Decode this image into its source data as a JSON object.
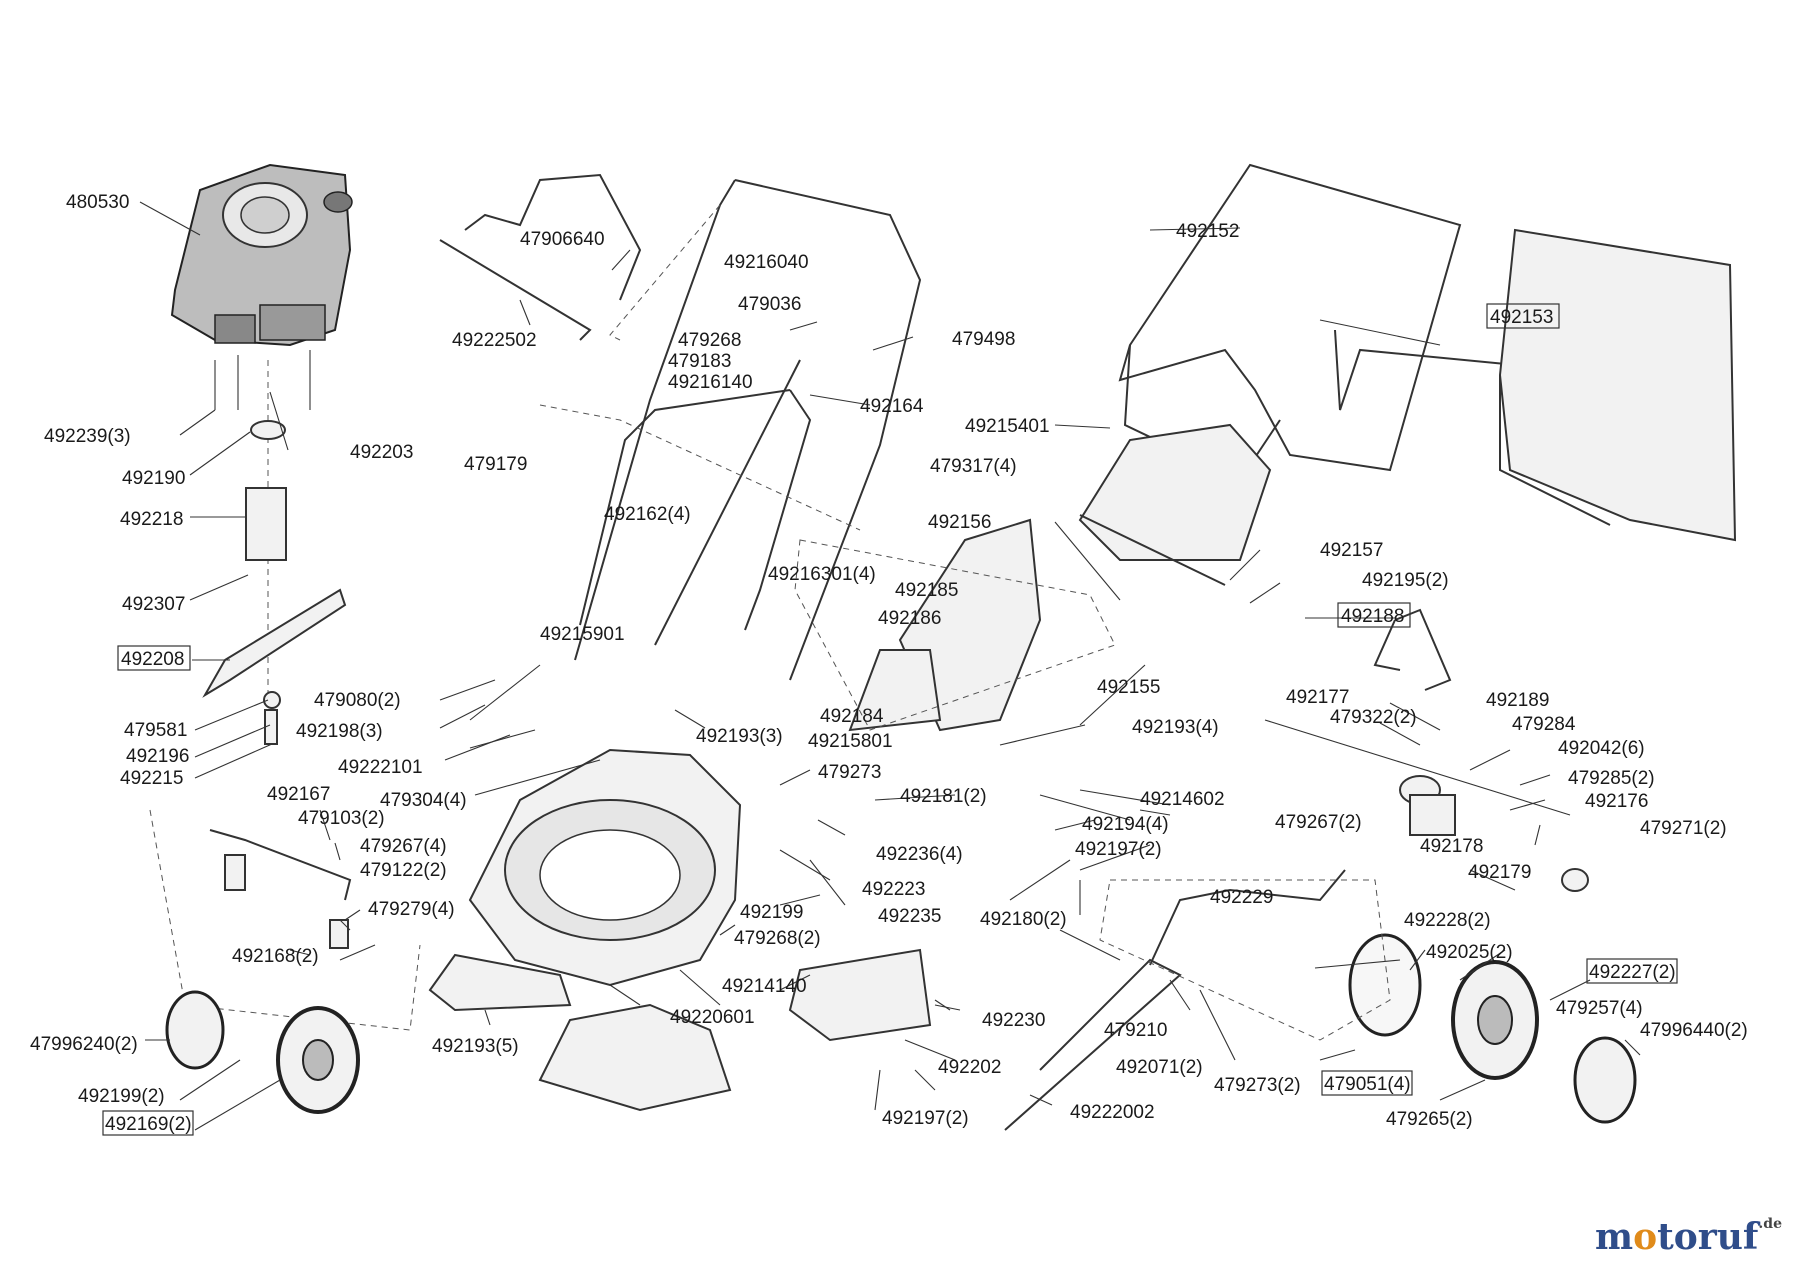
{
  "labels": [
    {
      "id": "p480530",
      "text": "480530",
      "boxed": false
    },
    {
      "id": "p47906640",
      "text": "47906640",
      "boxed": false
    },
    {
      "id": "p49216040",
      "text": "49216040",
      "boxed": false
    },
    {
      "id": "p492152",
      "text": "492152",
      "boxed": false
    },
    {
      "id": "p492153",
      "text": "492153",
      "boxed": true
    },
    {
      "id": "p49222502",
      "text": "49222502",
      "boxed": false
    },
    {
      "id": "p479036",
      "text": "479036",
      "boxed": false
    },
    {
      "id": "p479268a",
      "text": "479268",
      "boxed": false
    },
    {
      "id": "p479498",
      "text": "479498",
      "boxed": false
    },
    {
      "id": "p479183",
      "text": "479183",
      "boxed": false
    },
    {
      "id": "p49216140",
      "text": "49216140",
      "boxed": false
    },
    {
      "id": "p492164",
      "text": "492164",
      "boxed": false
    },
    {
      "id": "p492239",
      "text": "492239(3)",
      "boxed": false
    },
    {
      "id": "p492203",
      "text": "492203",
      "boxed": false
    },
    {
      "id": "p49215401",
      "text": "49215401",
      "boxed": false
    },
    {
      "id": "p479179",
      "text": "479179",
      "boxed": false
    },
    {
      "id": "p479317",
      "text": "479317(4)",
      "boxed": false
    },
    {
      "id": "p492190",
      "text": "492190",
      "boxed": false
    },
    {
      "id": "p492218",
      "text": "492218",
      "boxed": false
    },
    {
      "id": "p492162",
      "text": "492162(4)",
      "boxed": false
    },
    {
      "id": "p492156",
      "text": "492156",
      "boxed": false
    },
    {
      "id": "p49216301",
      "text": "49216301(4)",
      "boxed": false
    },
    {
      "id": "p492157",
      "text": "492157",
      "boxed": false
    },
    {
      "id": "p492307",
      "text": "492307",
      "boxed": false
    },
    {
      "id": "p492185",
      "text": "492185",
      "boxed": false
    },
    {
      "id": "p492195",
      "text": "492195(2)",
      "boxed": false
    },
    {
      "id": "p492186",
      "text": "492186",
      "boxed": false
    },
    {
      "id": "p492188",
      "text": "492188",
      "boxed": true
    },
    {
      "id": "p49215901",
      "text": "49215901",
      "boxed": false
    },
    {
      "id": "p492208",
      "text": "492208",
      "boxed": true
    },
    {
      "id": "p492155",
      "text": "492155",
      "boxed": false
    },
    {
      "id": "p479080",
      "text": "479080(2)",
      "boxed": false
    },
    {
      "id": "p492177",
      "text": "492177",
      "boxed": false
    },
    {
      "id": "p492189",
      "text": "492189",
      "boxed": false
    },
    {
      "id": "p479581",
      "text": "479581",
      "boxed": false
    },
    {
      "id": "p492198",
      "text": "492198(3)",
      "boxed": false
    },
    {
      "id": "p492184",
      "text": "492184",
      "boxed": false
    },
    {
      "id": "p479322",
      "text": "479322(2)",
      "boxed": false
    },
    {
      "id": "p479284",
      "text": "479284",
      "boxed": false
    },
    {
      "id": "p492193a",
      "text": "492193(3)",
      "boxed": false
    },
    {
      "id": "p492193b",
      "text": "492193(4)",
      "boxed": false
    },
    {
      "id": "p492196",
      "text": "492196",
      "boxed": false
    },
    {
      "id": "p49215801",
      "text": "49215801",
      "boxed": false
    },
    {
      "id": "p492042",
      "text": "492042(6)",
      "boxed": false
    },
    {
      "id": "p49222101",
      "text": "49222101",
      "boxed": false
    },
    {
      "id": "p492215",
      "text": "492215",
      "boxed": false
    },
    {
      "id": "p479273a",
      "text": "479273",
      "boxed": false
    },
    {
      "id": "p479285",
      "text": "479285(2)",
      "boxed": false
    },
    {
      "id": "p479304",
      "text": "479304(4)",
      "boxed": false
    },
    {
      "id": "p492181",
      "text": "492181(2)",
      "boxed": false
    },
    {
      "id": "p49214602",
      "text": "49214602",
      "boxed": false
    },
    {
      "id": "p492176",
      "text": "492176",
      "boxed": false
    },
    {
      "id": "p492167",
      "text": "492167",
      "boxed": false
    },
    {
      "id": "p479103",
      "text": "479103(2)",
      "boxed": false
    },
    {
      "id": "p492194",
      "text": "492194(4)",
      "boxed": false
    },
    {
      "id": "p479267a",
      "text": "479267(2)",
      "boxed": false
    },
    {
      "id": "p479271",
      "text": "479271(2)",
      "boxed": false
    },
    {
      "id": "p479267b",
      "text": "479267(4)",
      "boxed": false
    },
    {
      "id": "p492236",
      "text": "492236(4)",
      "boxed": false
    },
    {
      "id": "p492197a",
      "text": "492197(2)",
      "boxed": false
    },
    {
      "id": "p492178",
      "text": "492178",
      "boxed": false
    },
    {
      "id": "p479122",
      "text": "479122(2)",
      "boxed": false
    },
    {
      "id": "p492179",
      "text": "492179",
      "boxed": false
    },
    {
      "id": "p492223",
      "text": "492223",
      "boxed": false
    },
    {
      "id": "p492229",
      "text": "492229",
      "boxed": false
    },
    {
      "id": "p479279",
      "text": "479279(4)",
      "boxed": false
    },
    {
      "id": "p492199a",
      "text": "492199",
      "boxed": false
    },
    {
      "id": "p492235",
      "text": "492235",
      "boxed": false
    },
    {
      "id": "p492180",
      "text": "492180(2)",
      "boxed": false
    },
    {
      "id": "p492228",
      "text": "492228(2)",
      "boxed": false
    },
    {
      "id": "p492168",
      "text": "492168(2)",
      "boxed": false
    },
    {
      "id": "p479268b",
      "text": "479268(2)",
      "boxed": false
    },
    {
      "id": "p492025",
      "text": "492025(2)",
      "boxed": false
    },
    {
      "id": "p49214140",
      "text": "49214140",
      "boxed": false
    },
    {
      "id": "p492227",
      "text": "492227(2)",
      "boxed": true
    },
    {
      "id": "p49220601",
      "text": "49220601",
      "boxed": false
    },
    {
      "id": "p492230",
      "text": "492230",
      "boxed": false
    },
    {
      "id": "p479257",
      "text": "479257(4)",
      "boxed": false
    },
    {
      "id": "p479210",
      "text": "479210",
      "boxed": false
    },
    {
      "id": "p47996240",
      "text": "47996240(2)",
      "boxed": false
    },
    {
      "id": "p492193c",
      "text": "492193(5)",
      "boxed": false
    },
    {
      "id": "p47996440",
      "text": "47996440(2)",
      "boxed": false
    },
    {
      "id": "p492202",
      "text": "492202",
      "boxed": false
    },
    {
      "id": "p492071",
      "text": "492071(2)",
      "boxed": false
    },
    {
      "id": "p479273b",
      "text": "479273(2)",
      "boxed": false
    },
    {
      "id": "p479051",
      "text": "479051(4)",
      "boxed": true
    },
    {
      "id": "p492199b",
      "text": "492199(2)",
      "boxed": false
    },
    {
      "id": "p492169",
      "text": "492169(2)",
      "boxed": true
    },
    {
      "id": "p492197b",
      "text": "492197(2)",
      "boxed": false
    },
    {
      "id": "p49222002",
      "text": "49222002",
      "boxed": false
    },
    {
      "id": "p479265",
      "text": "479265(2)",
      "boxed": false
    }
  ],
  "watermark": {
    "main_before": "m",
    "main_o": "o",
    "main_after": "toruf",
    "suffix": ".de"
  },
  "colors": {
    "line": "#333333",
    "watermark_blue": "#2f4d8a",
    "watermark_orange": "#e08b1b"
  }
}
